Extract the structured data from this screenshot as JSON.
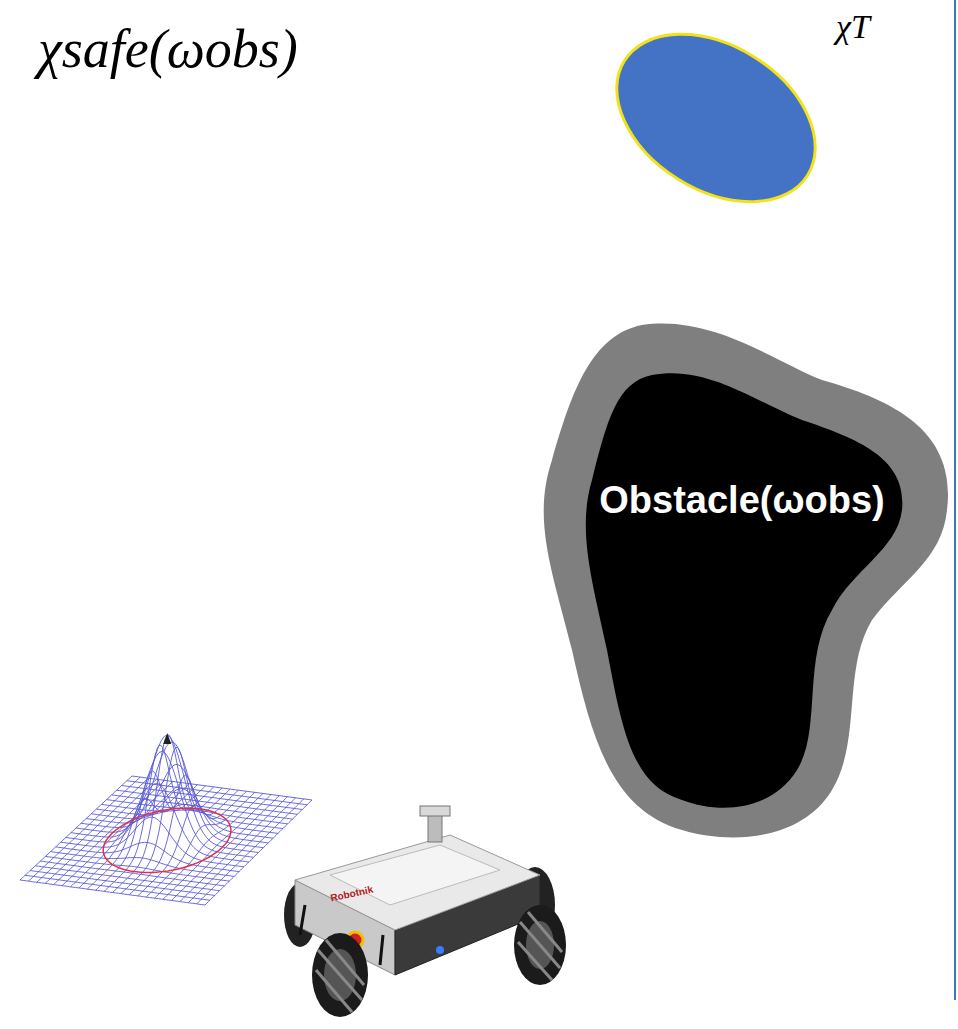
{
  "diagram": {
    "nodes": [
      {
        "text": [
          "χT"
        ]
      },
      {
        "text": [
          "Obstacle(ωobs)"
        ]
      }
    ],
    "labels": [
      "χsafe(ωobs)",
      "Robotnik"
    ]
  }
}
